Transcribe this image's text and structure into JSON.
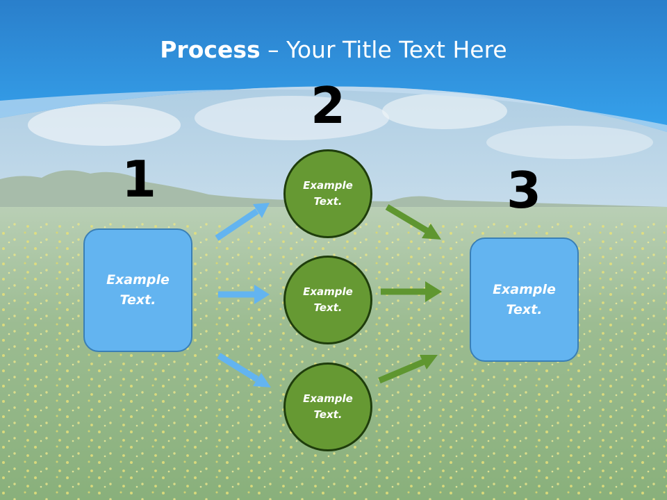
{
  "title": {
    "bold": "Process",
    "rest": " – Your Title Text Here"
  },
  "steps": {
    "one": "1",
    "two": "2",
    "three": "3"
  },
  "nodes": {
    "left_box": "Example\nText.",
    "right_box": "Example\nText.",
    "circle_top": "Example\nText.",
    "circle_mid": "Example\nText.",
    "circle_bottom": "Example\nText."
  },
  "colors": {
    "sky_top": "#2a84d0",
    "box_fill": "#63b4f0",
    "circle_fill": "#669933",
    "arrow_blue": "#63b4f0",
    "arrow_green": "#5f9630"
  }
}
